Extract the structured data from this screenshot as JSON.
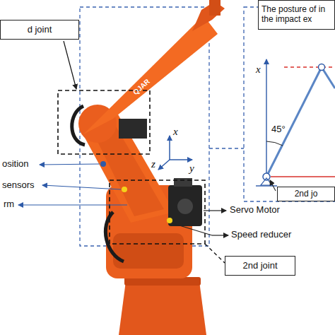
{
  "diagram": {
    "nodes": [
      {
        "text": [
          "d joint"
        ]
      },
      {
        "text": [
          "The posture of in the impact ex"
        ]
      },
      {
        "text": [
          "2nd jo"
        ]
      },
      {
        "text": [
          "2nd joint"
        ]
      }
    ],
    "labels": [
      "osition",
      "sensors",
      "rm",
      "Servo Motor",
      "Speed reducer",
      "z",
      "x",
      "y",
      "x",
      "45°",
      "QJAR"
    ]
  }
}
